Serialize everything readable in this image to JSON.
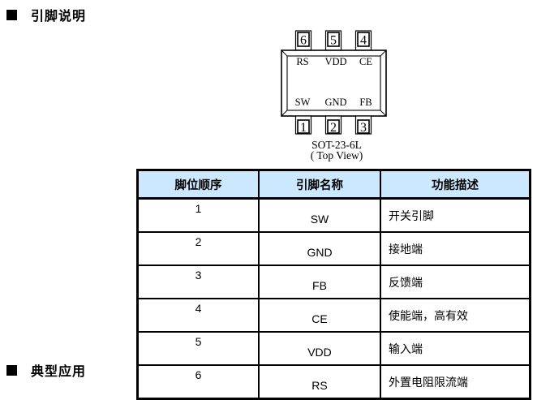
{
  "page": {
    "heading": "引脚说明",
    "partial_bottom_heading": "典型应用"
  },
  "package": {
    "name": "SOT-23-6L",
    "view_label": "( Top View)",
    "top_pins": [
      {
        "number": "6",
        "label": "RS"
      },
      {
        "number": "5",
        "label": "VDD"
      },
      {
        "number": "4",
        "label": "CE"
      }
    ],
    "bottom_pins": [
      {
        "number": "1",
        "label": "SW"
      },
      {
        "number": "2",
        "label": "GND"
      },
      {
        "number": "3",
        "label": "FB"
      }
    ]
  },
  "table": {
    "header_bg": "#cce8ff",
    "headers": [
      "脚位顺序",
      "引脚名称",
      "功能描述"
    ],
    "rows": [
      {
        "pin": "1",
        "name": "SW",
        "desc": "开关引脚"
      },
      {
        "pin": "2",
        "name": "GND",
        "desc": "接地端"
      },
      {
        "pin": "3",
        "name": "FB",
        "desc": "反馈端"
      },
      {
        "pin": "4",
        "name": "CE",
        "desc": "使能端，高有效"
      },
      {
        "pin": "5",
        "name": "VDD",
        "desc": "输入端"
      },
      {
        "pin": "6",
        "name": "RS",
        "desc": "外置电阻限流端"
      }
    ]
  }
}
